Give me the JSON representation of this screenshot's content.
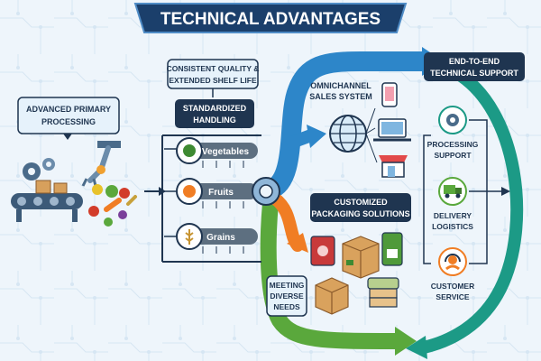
{
  "title": "TECHNICAL ADVANTAGES",
  "labels": {
    "advanced_primary": [
      "ADVANCED PRIMARY",
      "PROCESSING"
    ],
    "consistent_quality": [
      "CONSISTENT QUALITY &",
      "EXTENDED SHELF LIFE"
    ],
    "standardized_handling": [
      "STANDARDIZED",
      "HANDLING"
    ],
    "omnichannel": [
      "OMNICHANNEL",
      "SALES SYSTEM"
    ],
    "customized_packaging": [
      "CUSTOMIZED",
      "PACKAGING SOLUTIONS"
    ],
    "meeting_diverse": [
      "MEETING",
      "DIVERSE",
      "NEEDS"
    ],
    "end_to_end": [
      "END-TO-END",
      "TECHNICAL SUPPORT"
    ],
    "processing_support": [
      "PROCESSING",
      "SUPPORT"
    ],
    "delivery_logistics": [
      "DELIVERY",
      "LOGISTICS"
    ],
    "customer_service": [
      "CUSTOMER",
      "SERVICE"
    ]
  },
  "handling_lanes": [
    "Vegetables",
    "Fruits",
    "Grains"
  ],
  "colors": {
    "title_bg": "#1b3f6b",
    "blue_arrow": "#2d86c9",
    "teal_arrow": "#1c9a86",
    "green_arrow": "#5aa83c",
    "orange_arrow": "#f07d24",
    "navy_box": "#1f3550",
    "light_box": "#e6f2fb"
  }
}
